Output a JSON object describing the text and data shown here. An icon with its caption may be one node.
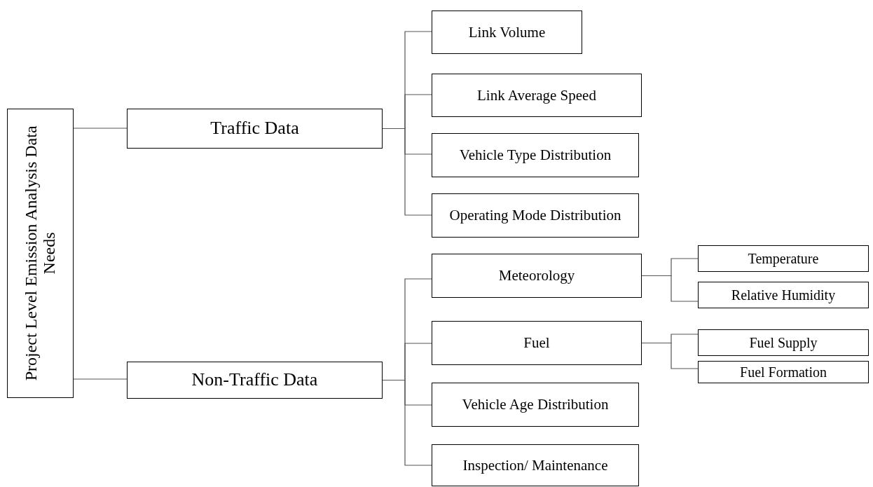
{
  "diagram": {
    "nodes": [
      {
        "text": [
          "Project Level Emission Analysis Data Needs"
        ]
      },
      {
        "text": [
          "Traffic Data"
        ]
      },
      {
        "text": [
          "Link Volume"
        ]
      },
      {
        "text": [
          "Link Average Speed"
        ]
      },
      {
        "text": [
          "Vehicle Type Distribution"
        ]
      },
      {
        "text": [
          "Operating Mode Distribution"
        ]
      },
      {
        "text": [
          "Non-Traffic Data"
        ]
      },
      {
        "text": [
          "Meteorology"
        ]
      },
      {
        "text": [
          "Temperature"
        ]
      },
      {
        "text": [
          "Relative Humidity"
        ]
      },
      {
        "text": [
          "Fuel"
        ]
      },
      {
        "text": [
          "Fuel Supply"
        ]
      },
      {
        "text": [
          "Fuel Formation"
        ]
      },
      {
        "text": [
          "Vehicle Age Distribution"
        ]
      },
      {
        "text": [
          "Inspection/ Maintenance"
        ]
      }
    ],
    "edges": [
      {
        "from": 0,
        "to": 1,
        "arrow": "none"
      },
      {
        "from": 0,
        "to": 6,
        "arrow": "none"
      },
      {
        "from": 1,
        "to": 2,
        "arrow": "none"
      },
      {
        "from": 1,
        "to": 3,
        "arrow": "none"
      },
      {
        "from": 1,
        "to": 4,
        "arrow": "none"
      },
      {
        "from": 1,
        "to": 5,
        "arrow": "none"
      },
      {
        "from": 6,
        "to": 7,
        "arrow": "none"
      },
      {
        "from": 6,
        "to": 10,
        "arrow": "none"
      },
      {
        "from": 6,
        "to": 13,
        "arrow": "none"
      },
      {
        "from": 6,
        "to": 14,
        "arrow": "none"
      },
      {
        "from": 7,
        "to": 8,
        "arrow": "none"
      },
      {
        "from": 7,
        "to": 9,
        "arrow": "none"
      },
      {
        "from": 10,
        "to": 11,
        "arrow": "none"
      },
      {
        "from": 10,
        "to": 12,
        "arrow": "none"
      }
    ]
  }
}
